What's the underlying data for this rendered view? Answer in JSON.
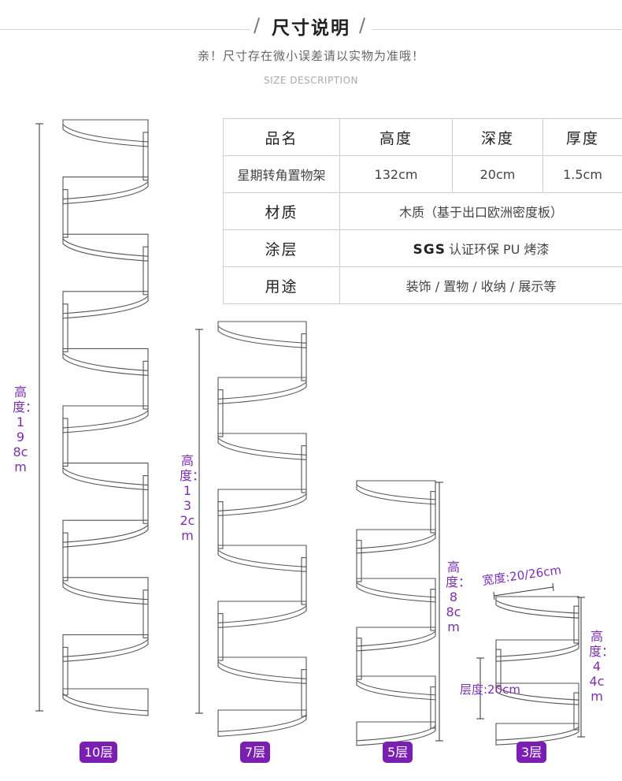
{
  "header": {
    "title": "尺寸说明",
    "subtitle": "亲！尺寸存在微小误差请以实物为准哦！",
    "subtitle_en": "SIZE DESCRIPTION"
  },
  "spec_table": {
    "headers": [
      "品名",
      "高度",
      "深度",
      "厚度"
    ],
    "row_product": [
      "星期转角置物架",
      "132cm",
      "20cm",
      "1.5cm"
    ],
    "material_label": "材质",
    "material_value": "木质（基于出口欧洲密度板）",
    "coating_label": "涂层",
    "coating_logo": "SGS",
    "coating_value": "认证环保 PU 烤漆",
    "usage_label": "用途",
    "usage_value": "装饰 / 置物 / 收纳 / 展示等"
  },
  "shelves": [
    {
      "badge": "10层",
      "height_label": "高度：198cm"
    },
    {
      "badge": "7层",
      "height_label": "高度：132cm"
    },
    {
      "badge": "5层",
      "height_label": "高度：88cm"
    },
    {
      "badge": "3层",
      "height_label": "高度：44cm",
      "width_label": "宽度:20/26cm",
      "layer_label": "层度:20cm"
    }
  ],
  "colors": {
    "accent": "#7a1fb2",
    "label": "#7b2fb0",
    "line": "#555555"
  }
}
